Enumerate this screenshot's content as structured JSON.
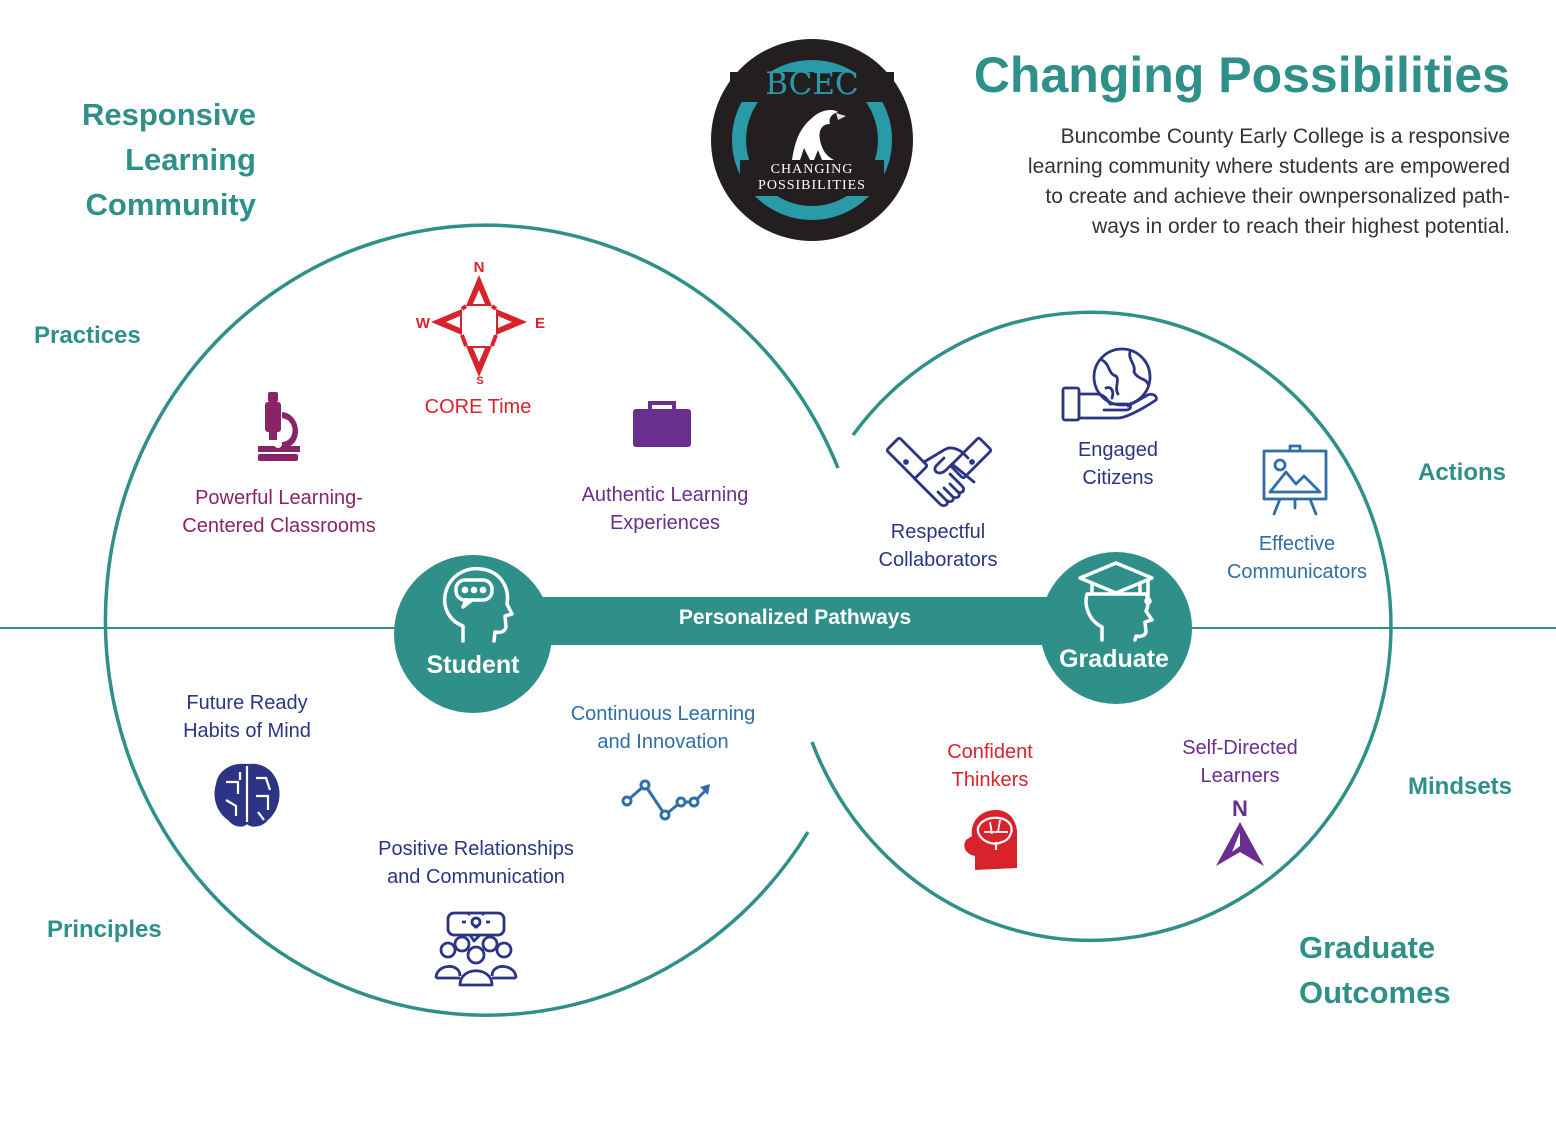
{
  "header": {
    "title": "Changing Possibilities",
    "description_lines": [
      "Buncombe County Early College is a responsive",
      "learning community where students are empowered",
      "to create and achieve their ownpersonalized path-",
      "ways in order to reach their highest potential."
    ]
  },
  "logo": {
    "acronym": "BCEC",
    "motto_line1": "Changing",
    "motto_line2": "Possibilities",
    "icon": "eagle-icon"
  },
  "left_section": {
    "title_lines": [
      "Responsive",
      "Learning",
      "Community"
    ],
    "practices_label": "Practices",
    "principles_label": "Principles"
  },
  "right_section": {
    "title_lines": [
      "Graduate",
      "Outcomes"
    ],
    "actions_label": "Actions",
    "mindsets_label": "Mindsets"
  },
  "pathway": {
    "label": "Personalized Pathways",
    "start_label": "Student",
    "end_label": "Graduate"
  },
  "practices": {
    "core_time": {
      "label": "CORE Time",
      "icon": "compass-rose-icon"
    },
    "compass_letters": {
      "n": "N",
      "e": "E",
      "s": "S",
      "w": "W"
    },
    "powerful_learning": {
      "lines": [
        "Powerful Learning-",
        "Centered Classrooms"
      ],
      "icon": "microscope-icon"
    },
    "authentic_learning": {
      "lines": [
        "Authentic Learning",
        "Experiences"
      ],
      "icon": "briefcase-icon"
    }
  },
  "principles": {
    "future_ready": {
      "lines": [
        "Future Ready",
        "Habits of Mind"
      ],
      "icon": "brain-icon"
    },
    "continuous_learning": {
      "lines": [
        "Continuous Learning",
        "and Innovation"
      ],
      "icon": "trend-line-icon"
    },
    "positive_relationships": {
      "lines": [
        "Positive Relationships",
        "and Communication"
      ],
      "icon": "group-idea-icon"
    }
  },
  "actions": {
    "engaged_citizens": {
      "lines": [
        "Engaged",
        "Citizens"
      ],
      "icon": "globe-in-hand-icon"
    },
    "respectful_collaborators": {
      "lines": [
        "Respectful",
        "Collaborators"
      ],
      "icon": "handshake-icon"
    },
    "effective_communicators": {
      "lines": [
        "Effective",
        "Communicators"
      ],
      "icon": "presentation-easel-icon"
    }
  },
  "mindsets": {
    "confident_thinkers": {
      "lines": [
        "Confident",
        "Thinkers"
      ],
      "icon": "head-brain-icon"
    },
    "self_directed": {
      "lines": [
        "Self-Directed",
        "Learners"
      ],
      "icon": "north-arrow-icon",
      "north_letter": "N"
    }
  },
  "colors": {
    "teal": "#2e9089",
    "red": "#d8232a",
    "plum": "#8a2466",
    "purple": "#6a2e8f",
    "navy": "#2c3585",
    "blue": "#2f6ea8",
    "logo_ring": "#2b9aa8",
    "logo_dark": "#231f20"
  }
}
